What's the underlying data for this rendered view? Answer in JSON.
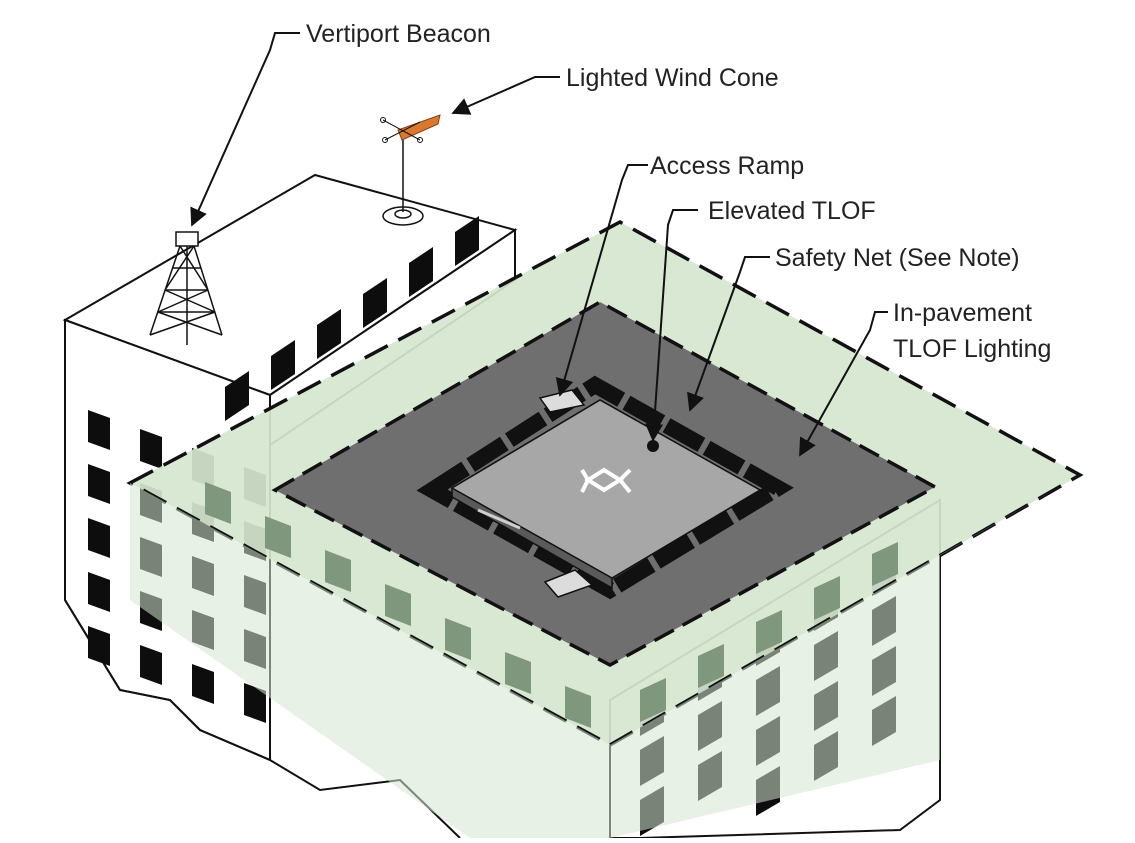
{
  "labels": {
    "vertiport_beacon": "Vertiport Beacon",
    "lighted_wind_cone": "Lighted Wind Cone",
    "access_ramp": "Access Ramp",
    "elevated_tlof": "Elevated TLOF",
    "safety_net": "Safety Net (See Note)",
    "in_pavement_line1": "In-pavement",
    "in_pavement_line2": "TLOF Lighting"
  },
  "colors": {
    "outline": "#111111",
    "safety_net_fill": "#d6e6cf",
    "fato_fill": "#6f6f6f",
    "tlof_fill": "#a7a7a7",
    "window_fill": "#0d0d0d",
    "wind_cone": "#d9782f",
    "window_through_net": "#7f977c"
  },
  "icons": [
    "beacon-tower-icon",
    "wind-cone-icon",
    "helipad-marking-icon"
  ]
}
